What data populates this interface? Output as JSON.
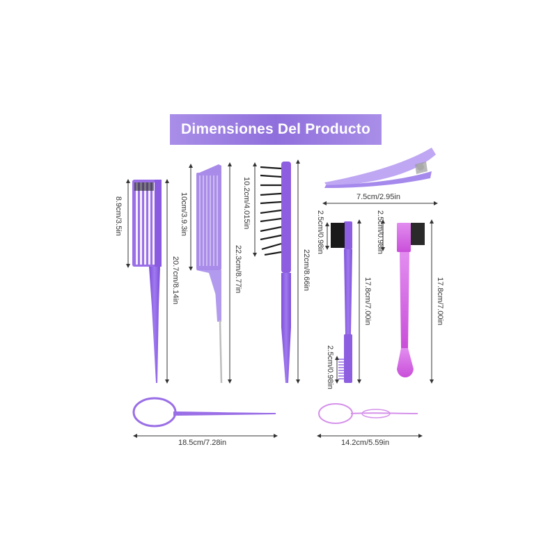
{
  "title": "Dimensiones Del Producto",
  "colors": {
    "banner": "#9a7fe0",
    "purple": "#8d5fe0",
    "lilac": "#bca4f2",
    "pink": "#d96ce6",
    "bristle": "#1a1a1a"
  },
  "measurements": {
    "comb1_head": "8.9cm/3.5in",
    "comb1_total": "20.7cm/8.14in",
    "comb2_head": "10cm/3.9.3in",
    "comb2_total": "22.3cm/8.77in",
    "brush_head": "10.2cm/4.015in",
    "brush_total": "22cm/8.66in",
    "clip_width": "7.5cm/2.95in",
    "edge1_top": "2.5cm/0.98in",
    "edge1_total": "17.8cm/7.00in",
    "edge1_bottom": "2.5cm/0.98in",
    "edge2_top": "2.5cm/0.98in",
    "edge2_total": "17.8cm/7.00in",
    "loop1_length": "18.5cm/7.28in",
    "loop2_length": "14.2cm/5.59in"
  }
}
